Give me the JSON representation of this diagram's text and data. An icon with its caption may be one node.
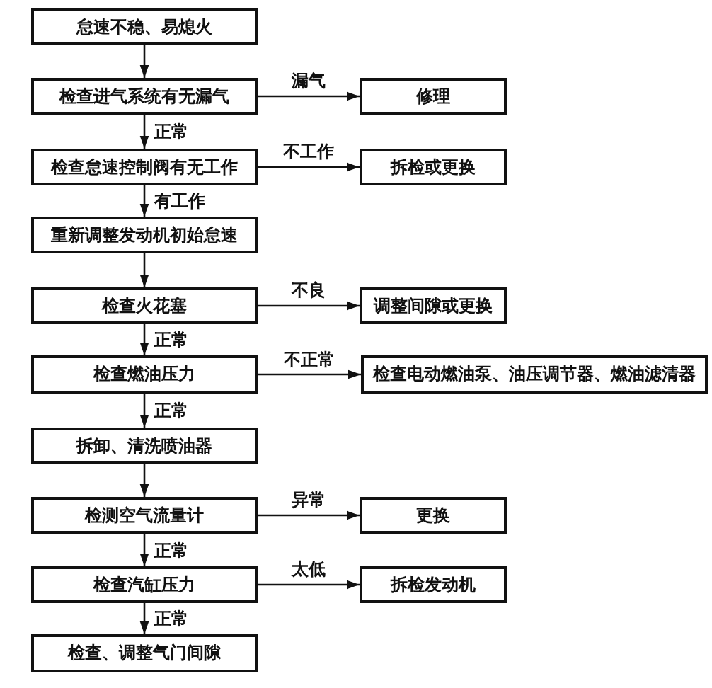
{
  "diagram": {
    "nodes": [
      {
        "text": [
          "怠速不稳、易熄火"
        ]
      },
      {
        "text": [
          "检查进气系统有无漏气"
        ]
      },
      {
        "text": [
          "修理"
        ]
      },
      {
        "text": [
          "检查怠速控制阀有无工作"
        ]
      },
      {
        "text": [
          "拆检或更换"
        ]
      },
      {
        "text": [
          "重新调整发动机初始怠速"
        ]
      },
      {
        "text": [
          "检查火花塞"
        ]
      },
      {
        "text": [
          "调整间隙或更换"
        ]
      },
      {
        "text": [
          "检查燃油压力"
        ]
      },
      {
        "text": [
          "检查电动燃油泵、油压调节器、燃油滤清器"
        ]
      },
      {
        "text": [
          "拆卸、清洗喷油器"
        ]
      },
      {
        "text": [
          "检测空气流量计"
        ]
      },
      {
        "text": [
          "更换"
        ]
      },
      {
        "text": [
          "检查汽缸压力"
        ]
      },
      {
        "text": [
          "拆检发动机"
        ]
      },
      {
        "text": [
          "检查、调整气门间隙"
        ]
      }
    ],
    "edges": [
      {
        "from": 0,
        "to": 1,
        "arrow": "to"
      },
      {
        "from": 1,
        "to": 2,
        "arrow": "to",
        "label": "漏气"
      },
      {
        "from": 1,
        "to": 3,
        "arrow": "to",
        "label": "正常"
      },
      {
        "from": 3,
        "to": 4,
        "arrow": "to",
        "label": "不工作"
      },
      {
        "from": 3,
        "to": 5,
        "arrow": "to",
        "label": "有工作"
      },
      {
        "from": 5,
        "to": 6,
        "arrow": "to"
      },
      {
        "from": 6,
        "to": 7,
        "arrow": "to",
        "label": "不良"
      },
      {
        "from": 6,
        "to": 8,
        "arrow": "to",
        "label": "正常"
      },
      {
        "from": 8,
        "to": 9,
        "arrow": "to",
        "label": "不正常"
      },
      {
        "from": 8,
        "to": 10,
        "arrow": "to",
        "label": "正常"
      },
      {
        "from": 10,
        "to": 11,
        "arrow": "to"
      },
      {
        "from": 11,
        "to": 12,
        "arrow": "to",
        "label": "异常"
      },
      {
        "from": 11,
        "to": 13,
        "arrow": "to",
        "label": "正常"
      },
      {
        "from": 13,
        "to": 14,
        "arrow": "to",
        "label": "太低"
      },
      {
        "from": 13,
        "to": 15,
        "arrow": "to",
        "label": "正常"
      }
    ]
  }
}
